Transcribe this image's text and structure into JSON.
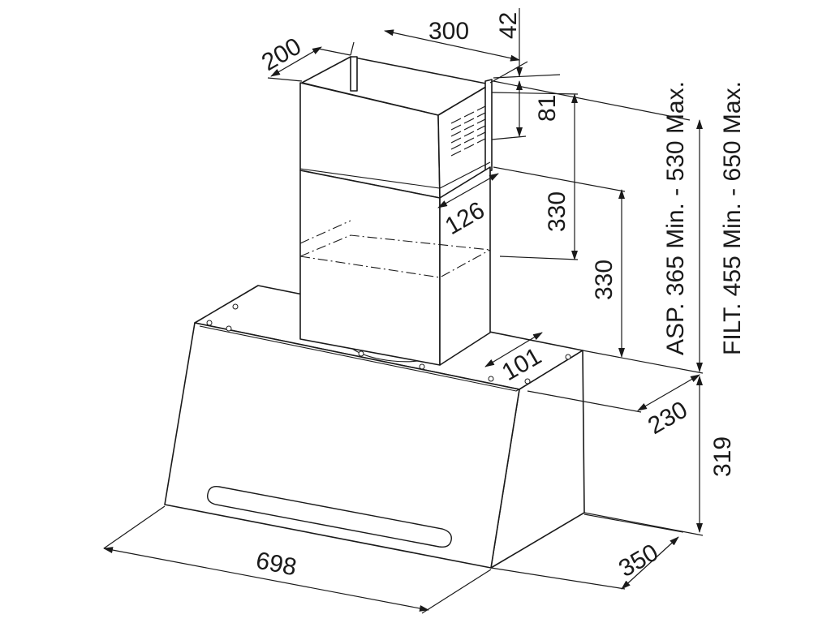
{
  "dimensions": {
    "chimney_depth": "200",
    "chimney_width": "300",
    "top_clearance": "42",
    "bracket_offset": "81",
    "overlap": "126",
    "upper_section": "330",
    "lower_section": "330",
    "hood_outlet_offset": "101",
    "hood_top_depth": "230",
    "hood_height": "319",
    "hood_depth": "350",
    "hood_width": "698"
  },
  "ranges": {
    "aspiration": "ASP. 365 Min. - 530 Max.",
    "filtration": "FILT. 455 Min. - 650 Max."
  }
}
